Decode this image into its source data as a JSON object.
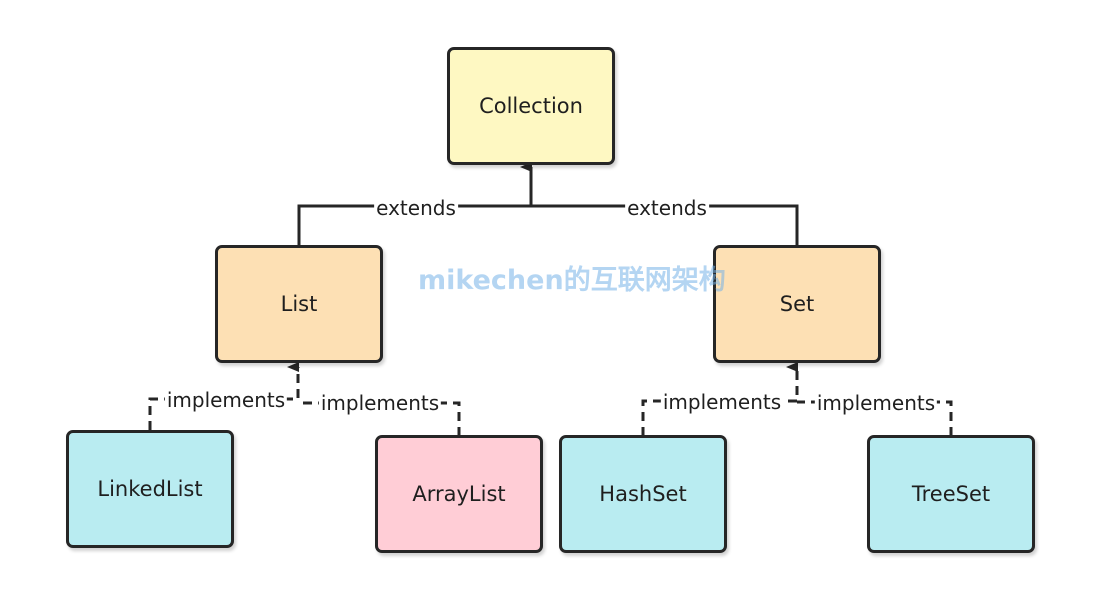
{
  "colors": {
    "interface_root": "#fef8c2",
    "interface": "#fde0b4",
    "class_default": "#b9ecf1",
    "class_highlight": "#ffcdd6",
    "watermark": "#77b3e8",
    "stroke": "#262626"
  },
  "nodes": {
    "collection": {
      "label": "Collection"
    },
    "list": {
      "label": "List"
    },
    "set": {
      "label": "Set"
    },
    "linkedlist": {
      "label": "LinkedList"
    },
    "arraylist": {
      "label": "ArrayList"
    },
    "hashset": {
      "label": "HashSet"
    },
    "treeset": {
      "label": "TreeSet"
    }
  },
  "edges": [
    {
      "from": "list",
      "to": "collection",
      "label": "extends",
      "style": "solid"
    },
    {
      "from": "set",
      "to": "collection",
      "label": "extends",
      "style": "solid"
    },
    {
      "from": "linkedlist",
      "to": "list",
      "label": "implements",
      "style": "dashed"
    },
    {
      "from": "arraylist",
      "to": "list",
      "label": "implements",
      "style": "dashed"
    },
    {
      "from": "hashset",
      "to": "set",
      "label": "implements",
      "style": "dashed"
    },
    {
      "from": "treeset",
      "to": "set",
      "label": "implements",
      "style": "dashed"
    }
  ],
  "watermark": "mikechen的互联网架构"
}
